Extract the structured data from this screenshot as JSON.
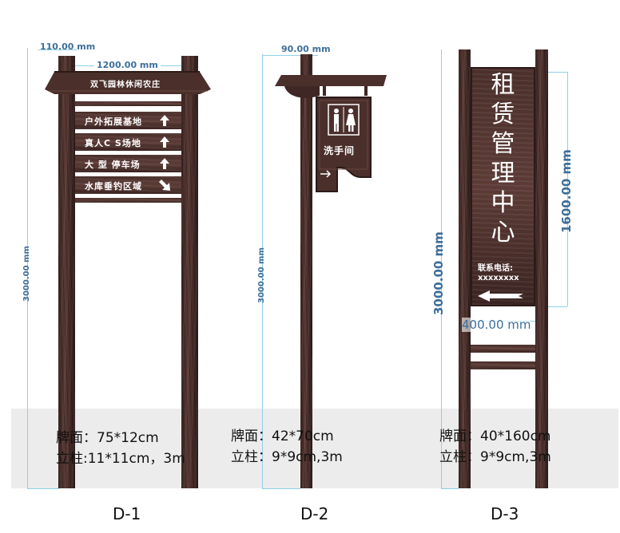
{
  "d1": {
    "dim_top": "110.00 mm",
    "dim_width": "1200.00 mm",
    "dim_height": "3000.00 mm",
    "header": "双飞园林休闲农庄",
    "rows": [
      {
        "text": "户外拓展基地",
        "arrow": "up-arrow-icon"
      },
      {
        "text": "真人C S场地",
        "arrow": "up-arrow-icon"
      },
      {
        "text": "大 型 停车场",
        "arrow": "up-arrow-icon"
      },
      {
        "text": "水库垂钓区域",
        "arrow": "diagonal-arrow-icon"
      }
    ],
    "spec_board": "牌面：75*12cm",
    "spec_post": "立柱:11*11cm，3m",
    "label": "D-1"
  },
  "d2": {
    "dim_top": "90.00 mm",
    "dim_height": "3000.00 mm",
    "sign_text": "洗手间",
    "spec_board": "牌面：42*70cm",
    "spec_post": "立柱：9*9cm,3m",
    "label": "D-2"
  },
  "d3": {
    "dim_height": "3000.00 mm",
    "dim_board": "1600.00 mm",
    "dim_width": "400.00 mm",
    "chars": [
      "租",
      "赁",
      "管",
      "理",
      "中",
      "心"
    ],
    "contact_label": "联系电话:",
    "contact_number": "xxxxxxxx",
    "spec_board": "牌面：40*160cm",
    "spec_post": "立柱：9*9cm,3m",
    "label": "D-3"
  },
  "colors": {
    "wood": "#4a2f2b",
    "dimension": "#3d6e9a",
    "guide": "#8fd0e6"
  }
}
